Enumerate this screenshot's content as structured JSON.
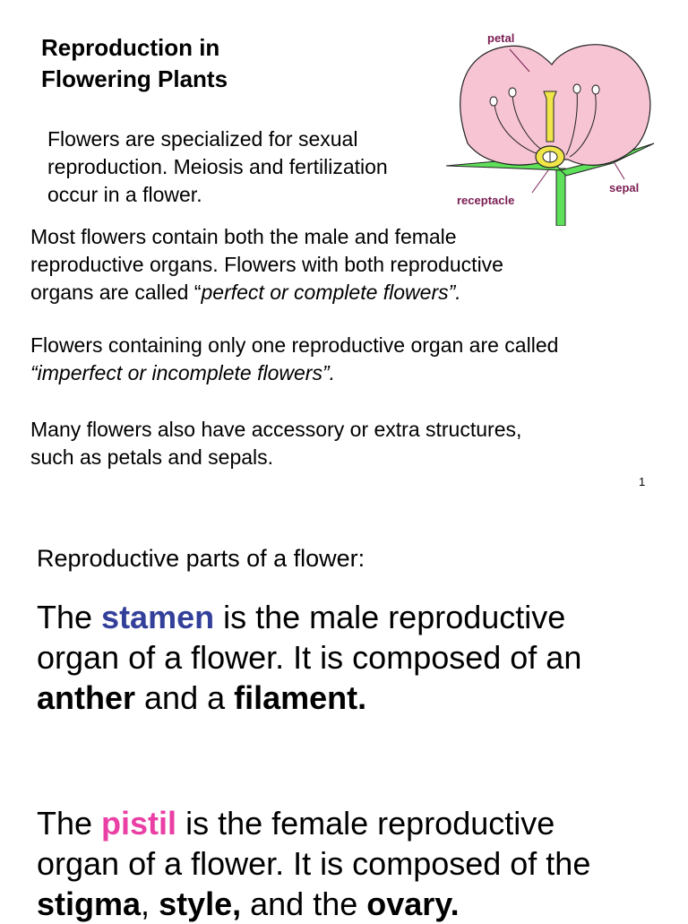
{
  "title": {
    "line1": "Reproduction in",
    "line2": "Flowering Plants"
  },
  "intro": {
    "line1": "Flowers are specialized for sexual",
    "line2": "reproduction.  Meiosis and fertilization",
    "line3": "occur in a flower."
  },
  "para1": {
    "line1": "Most flowers contain both the male and female",
    "line2": "reproductive organs.  Flowers with both reproductive",
    "line3_pre": "organs are called “",
    "line3_em": "perfect or complete flowers”."
  },
  "para2": {
    "line1": "Flowers containing only one reproductive organ are called",
    "line2_em": "“imperfect or incomplete flowers”."
  },
  "para3": {
    "line1": "Many flowers also have accessory or extra structures,",
    "line2": "such as petals and sepals."
  },
  "page_number": "1",
  "subheading": "Reproductive parts of a flower:",
  "stamen": {
    "pre": "The ",
    "term": "stamen",
    "post1": " is the male reproductive",
    "line2": "organ of a flower.   It is composed of an",
    "anther": "anther",
    "and": " and a ",
    "filament": "filament."
  },
  "pistil": {
    "pre": "The ",
    "term": "pistil",
    "post1": " is the female reproductive",
    "line2": "organ of a flower.  It is composed of the",
    "stigma": "stigma",
    "comma": ", ",
    "style": "style,",
    "and": " and the ",
    "ovary": "ovary."
  },
  "diagram": {
    "labels": {
      "petal": "petal",
      "sepal": "sepal",
      "receptacle": "receptacle"
    },
    "colors": {
      "petal": "#f6c4d2",
      "stem": "#5fe05a",
      "style": "#f0e64a",
      "label": "#7a1d52",
      "outline": "#222222"
    }
  },
  "colors": {
    "stamen_term": "#33409a",
    "pistil_term": "#ea3fa4"
  }
}
